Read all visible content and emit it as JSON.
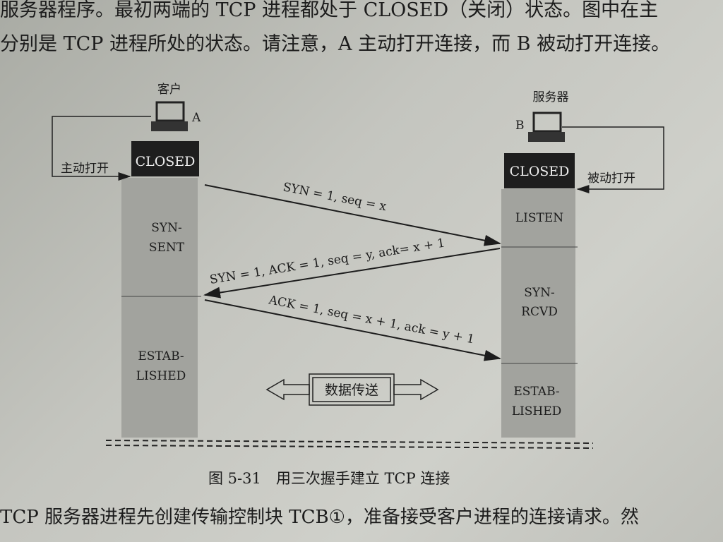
{
  "text": {
    "line1": "服务器程序。最初两端的 TCP 进程都处于 CLOSED（关闭）状态。图中在主",
    "line2": "分别是 TCP 进程所处的状态。请注意，A 主动打开连接，而 B 被动打开连接。",
    "line3": "TCP 服务器进程先创建传输控制块 TCB①，准备接受客户进程的连接请求。然"
  },
  "diagram": {
    "client_label": "客户",
    "client_id": "A",
    "server_label": "服务器",
    "server_id": "B",
    "active_open": "主动打开",
    "passive_open": "被动打开",
    "client_states": [
      "CLOSED",
      "SYN-",
      "SENT",
      "ESTAB-",
      "LISHED"
    ],
    "server_states": [
      "CLOSED",
      "LISTEN",
      "SYN-",
      "RCVD",
      "ESTAB-",
      "LISHED"
    ],
    "msg1": "SYN = 1, seq = x",
    "msg2": "SYN = 1, ACK = 1, seq = y, ack= x + 1",
    "msg3": "ACK = 1, seq = x + 1, ack = y + 1",
    "data_transfer": "数据传送",
    "caption": "图 5-31　用三次握手建立 TCP 连接"
  }
}
